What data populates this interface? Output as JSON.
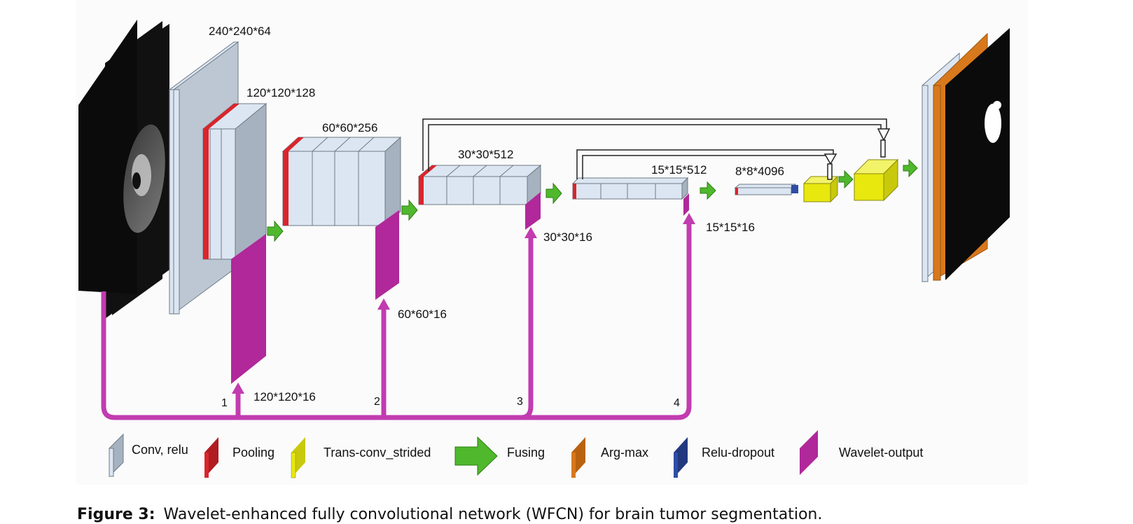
{
  "dimensions": {
    "input_conv": "240*240*64",
    "block1": "120*120*128",
    "block2": "60*60*256",
    "block3": "30*30*512",
    "block4": "15*15*512",
    "block5": "8*8*4096",
    "wavelet1": "120*120*16",
    "wavelet2": "60*60*16",
    "wavelet3": "30*30*16",
    "wavelet4": "15*15*16"
  },
  "path_numbers": [
    "1",
    "2",
    "3",
    "4"
  ],
  "legend": {
    "conv": "Conv, relu",
    "pooling": "Pooling",
    "transconv": "Trans-conv_strided",
    "fusing": "Fusing",
    "argmax": "Arg-max",
    "reludropout": "Relu-dropout",
    "wavelet": "Wavelet-output"
  },
  "colors": {
    "conv": "#dbe6f2",
    "conv_side": "#a6b2bf",
    "pooling": "#d9252b",
    "transconv": "#e8e80f",
    "fusing": "#4fb82c",
    "argmax": "#d8781c",
    "reludropout": "#2e4da6",
    "wavelet": "#b0289a",
    "wavelet_line": "#c13cb0"
  },
  "caption": {
    "label": "Figure 3:",
    "text": "Wavelet-enhanced fully convolutional network (WFCN) for brain tumor segmentation."
  }
}
